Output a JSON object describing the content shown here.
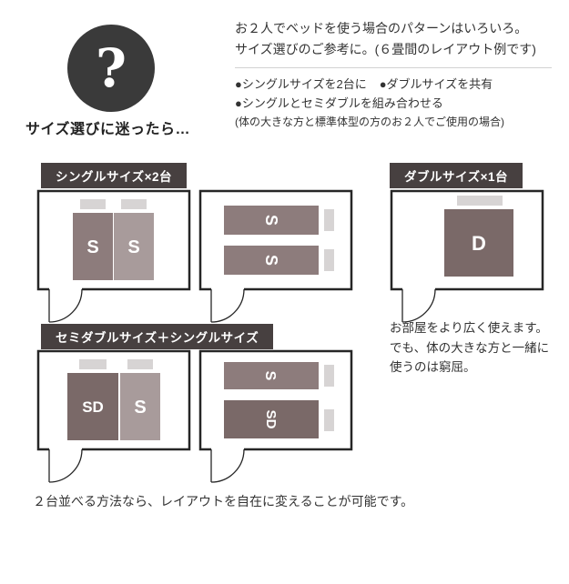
{
  "intro": {
    "question_mark": "?",
    "heading": "サイズ選びに迷ったら…",
    "line1": "お２人でベッドを使う場合のパターンはいろいろ。",
    "line2": "サイズ選びのご参考に。(６畳間のレイアウト例です)",
    "bullet1": "●シングルサイズを2台に",
    "bullet2": "●ダブルサイズを共有",
    "bullet3": "●シングルとセミダブルを組み合わせる",
    "note": "(体の大きな方と標準体型の方のお２人でご使用の場合)"
  },
  "badges": {
    "single_two": "シングルサイズ×2台",
    "double_one": "ダブルサイズ×1台",
    "semidouble_single": "セミダブルサイズ＋シングルサイズ"
  },
  "bed_labels": {
    "single": "S",
    "semi_double": "SD",
    "double": "D"
  },
  "double_note": {
    "line1": "お部屋をより広く使えます。",
    "line2": "でも、体の大きな方と一緒に",
    "line3": "使うのは窮屈。"
  },
  "footer": "２台並べる方法なら、レイアウトを自在に変えることが可能です。",
  "colors": {
    "icon_bg": "#3a3a3a",
    "badge_bg": "#474040",
    "bed_single_dark": "#8d7c7c",
    "bed_single_light": "#a89b9b",
    "bed_double": "#7a6968",
    "pillow": "#d7d4d4",
    "wall": "#262626"
  }
}
